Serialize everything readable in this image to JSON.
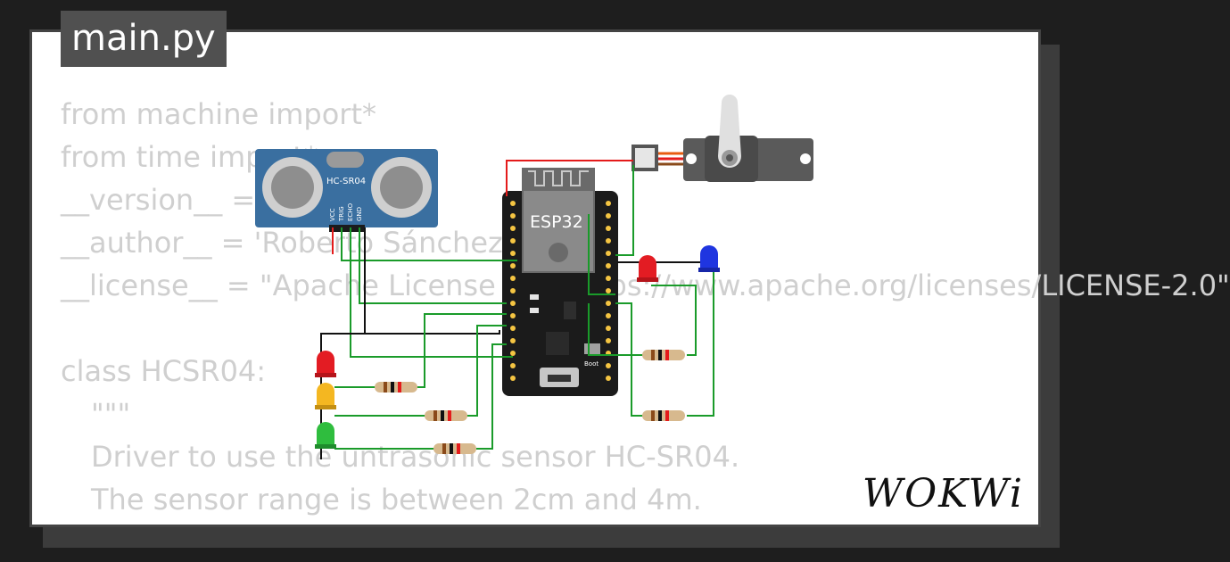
{
  "tab": {
    "label": "main.py"
  },
  "code": {
    "lines": [
      "from machine import*",
      "from time import*",
      "__version__ = '0.2.0'",
      "__author__ = 'Roberto Sánchez'",
      "__license__ = \"Apache License 2.0. https://www.apache.org/licenses/LICENSE-2.0\"",
      "",
      "class HCSR04:",
      "\"\"\"",
      "Driver to use the untrasonic sensor HC-SR04.",
      "The sensor range is between 2cm and 4m."
    ]
  },
  "components": {
    "ultrasonic": {
      "label": "HC-SR04",
      "pins": [
        "VCC",
        "TRIG",
        "ECHO",
        "GND"
      ]
    },
    "esp32": {
      "label": "ESP32",
      "boot_label": "Boot"
    }
  },
  "brand": {
    "logo": "WOKWi"
  },
  "colors": {
    "wire_green": "#1a9b2a",
    "wire_red": "#e41b1b",
    "wire_black": "#111111",
    "led_red": "#e31c23",
    "led_yellow": "#f4b721",
    "led_green": "#2fbd3e",
    "led_blue": "#1f35e0",
    "sensor_blue": "#3a6fa0",
    "board_black": "#1b1b1b"
  }
}
